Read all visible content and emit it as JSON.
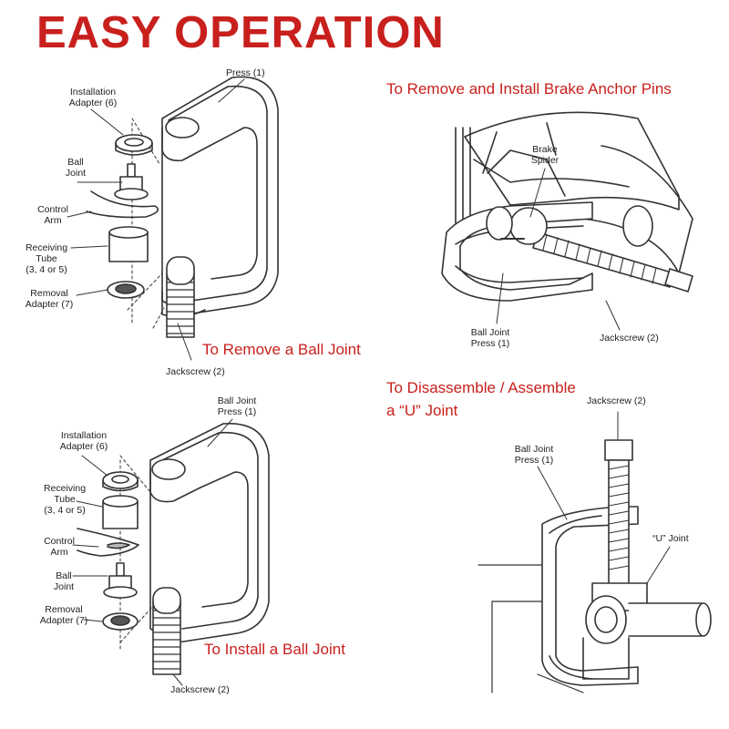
{
  "title": "EASY OPERATION",
  "colors": {
    "accent": "#c8201d",
    "line": "#333333",
    "fill": "#ffffff"
  },
  "panels": {
    "remove_ball_joint": {
      "caption": "To Remove a Ball Joint",
      "labels": {
        "press": "Press (1)",
        "installation_adapter": [
          "Installation",
          "Adapter (6)"
        ],
        "ball_joint": [
          "Ball",
          "Joint"
        ],
        "control_arm": [
          "Control",
          "Arm"
        ],
        "receiving_tube": [
          "Receiving",
          "Tube",
          "(3, 4 or 5)"
        ],
        "removal_adapter": [
          "Removal",
          "Adapter (7)"
        ],
        "jackscrew": "Jackscrew (2)"
      }
    },
    "brake_anchor": {
      "caption": "To Remove and Install Brake Anchor Pins",
      "labels": {
        "brake_spider": [
          "Brake",
          "Spider"
        ],
        "ball_joint_press": [
          "Ball Joint",
          "Press (1)"
        ],
        "jackscrew": "Jackscrew (2)"
      }
    },
    "install_ball_joint": {
      "caption": "To Install a Ball Joint",
      "labels": {
        "ball_joint_press": [
          "Ball Joint",
          "Press (1)"
        ],
        "installation_adapter": [
          "Installation",
          "Adapter (6)"
        ],
        "receiving_tube": [
          "Receiving",
          "Tube",
          "(3, 4 or 5)"
        ],
        "control_arm": [
          "Control",
          "Arm"
        ],
        "ball_joint": [
          "Ball",
          "Joint"
        ],
        "removal_adapter": [
          "Removal",
          "Adapter (7)"
        ],
        "jackscrew": "Jackscrew (2)"
      }
    },
    "u_joint": {
      "caption": [
        "To Disassemble / Assemble",
        "a “U” Joint"
      ],
      "labels": {
        "jackscrew": "Jackscrew (2)",
        "ball_joint_press": [
          "Ball Joint",
          "Press (1)"
        ],
        "u_joint": "“U” Joint"
      }
    }
  }
}
